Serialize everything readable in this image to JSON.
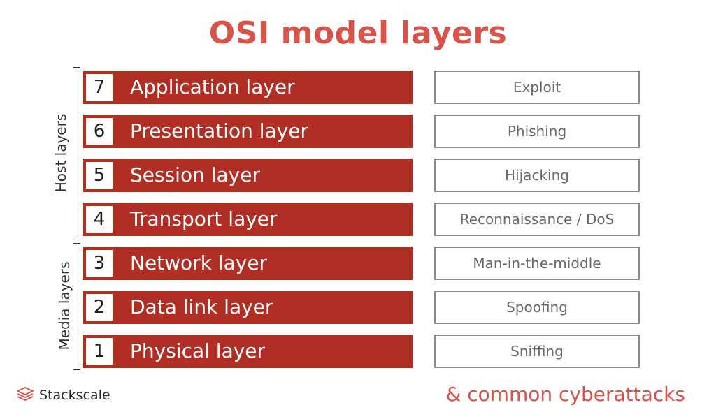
{
  "title": "OSI model layers",
  "subtitle": "& common cyberattacks",
  "brand": {
    "name": "Stackscale",
    "logo_icon": "stacked-layers-icon"
  },
  "groups": {
    "host": "Host layers",
    "media": "Media layers"
  },
  "layers": [
    {
      "number": "7",
      "name": "Application layer",
      "attack": "Exploit"
    },
    {
      "number": "6",
      "name": "Presentation layer",
      "attack": "Phishing"
    },
    {
      "number": "5",
      "name": "Session layer",
      "attack": "Hijacking"
    },
    {
      "number": "4",
      "name": "Transport layer",
      "attack": "Reconnaissance / DoS"
    },
    {
      "number": "3",
      "name": "Network layer",
      "attack": "Man-in-the-middle"
    },
    {
      "number": "2",
      "name": "Data link layer",
      "attack": "Spoofing"
    },
    {
      "number": "1",
      "name": "Physical layer",
      "attack": "Sniffing"
    }
  ],
  "colors": {
    "accent": "#d9534a",
    "layer_fill": "#b12e24",
    "box_border": "#8a8a8a"
  }
}
